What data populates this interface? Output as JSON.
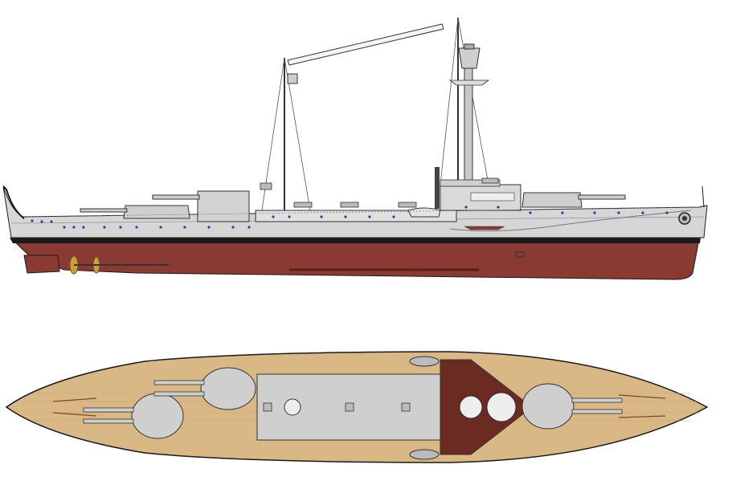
{
  "colors": {
    "background": "#ffffff",
    "hull_grey": "#d6d6d6",
    "hull_grey_dark": "#bdbdbd",
    "hull_red": "#8b3a33",
    "hull_red_dark": "#6e2a24",
    "boot_topping": "#1a1a1a",
    "deck_wood": "#d9b886",
    "deck_wood_line": "#c9a56f",
    "superstructure_deck": "#cfcfcf",
    "bridge_brown": "#6b2a22",
    "porthole_blue": "#2b3fa8",
    "propeller_brass": "#c9a13a",
    "outline": "#1a1a1a"
  },
  "views": [
    {
      "name": "side-profile"
    },
    {
      "name": "plan-view"
    }
  ],
  "turret_count": 3,
  "boat_count": 2
}
